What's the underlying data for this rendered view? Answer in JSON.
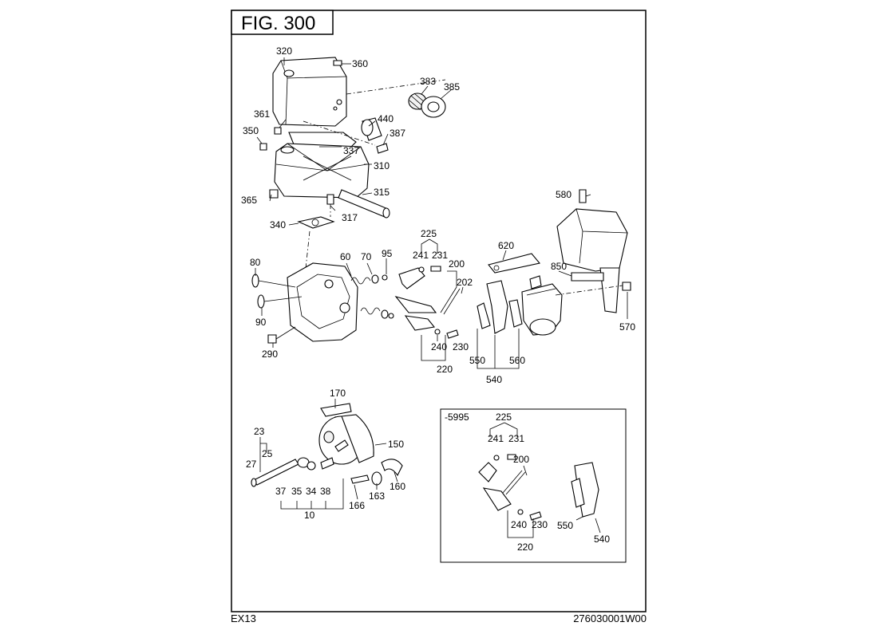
{
  "figure": {
    "title": "FIG. 300"
  },
  "footer": {
    "model": "EX13",
    "code": "276030001W00"
  },
  "inset": {
    "label": "-5995"
  },
  "callouts": {
    "c320": "320",
    "c360": "360",
    "c383": "383",
    "c385": "385",
    "c361": "361",
    "c440": "440",
    "c387": "387",
    "c350": "350",
    "c337": "337",
    "c310": "310",
    "c315": "315",
    "c365": "365",
    "c317": "317",
    "c340": "340",
    "c580": "580",
    "c225": "225",
    "c241": "241",
    "c231": "231",
    "c80": "80",
    "c60": "60",
    "c70": "70",
    "c95": "95",
    "c200": "200",
    "c202": "202",
    "c620": "620",
    "c850": "850",
    "c570": "570",
    "c90": "90",
    "c240": "240",
    "c230": "230",
    "c290": "290",
    "c220": "220",
    "c550": "550",
    "c560": "560",
    "c540": "540",
    "c170": "170",
    "c150": "150",
    "c23": "23",
    "c25": "25",
    "c27": "27",
    "c37": "37",
    "c35": "35",
    "c34": "34",
    "c38": "38",
    "c10": "10",
    "c166": "166",
    "c163": "163",
    "c160": "160",
    "i225": "225",
    "i241": "241",
    "i231": "231",
    "i200": "200",
    "i240": "240",
    "i230": "230",
    "i220": "220",
    "i550": "550",
    "i540": "540"
  }
}
